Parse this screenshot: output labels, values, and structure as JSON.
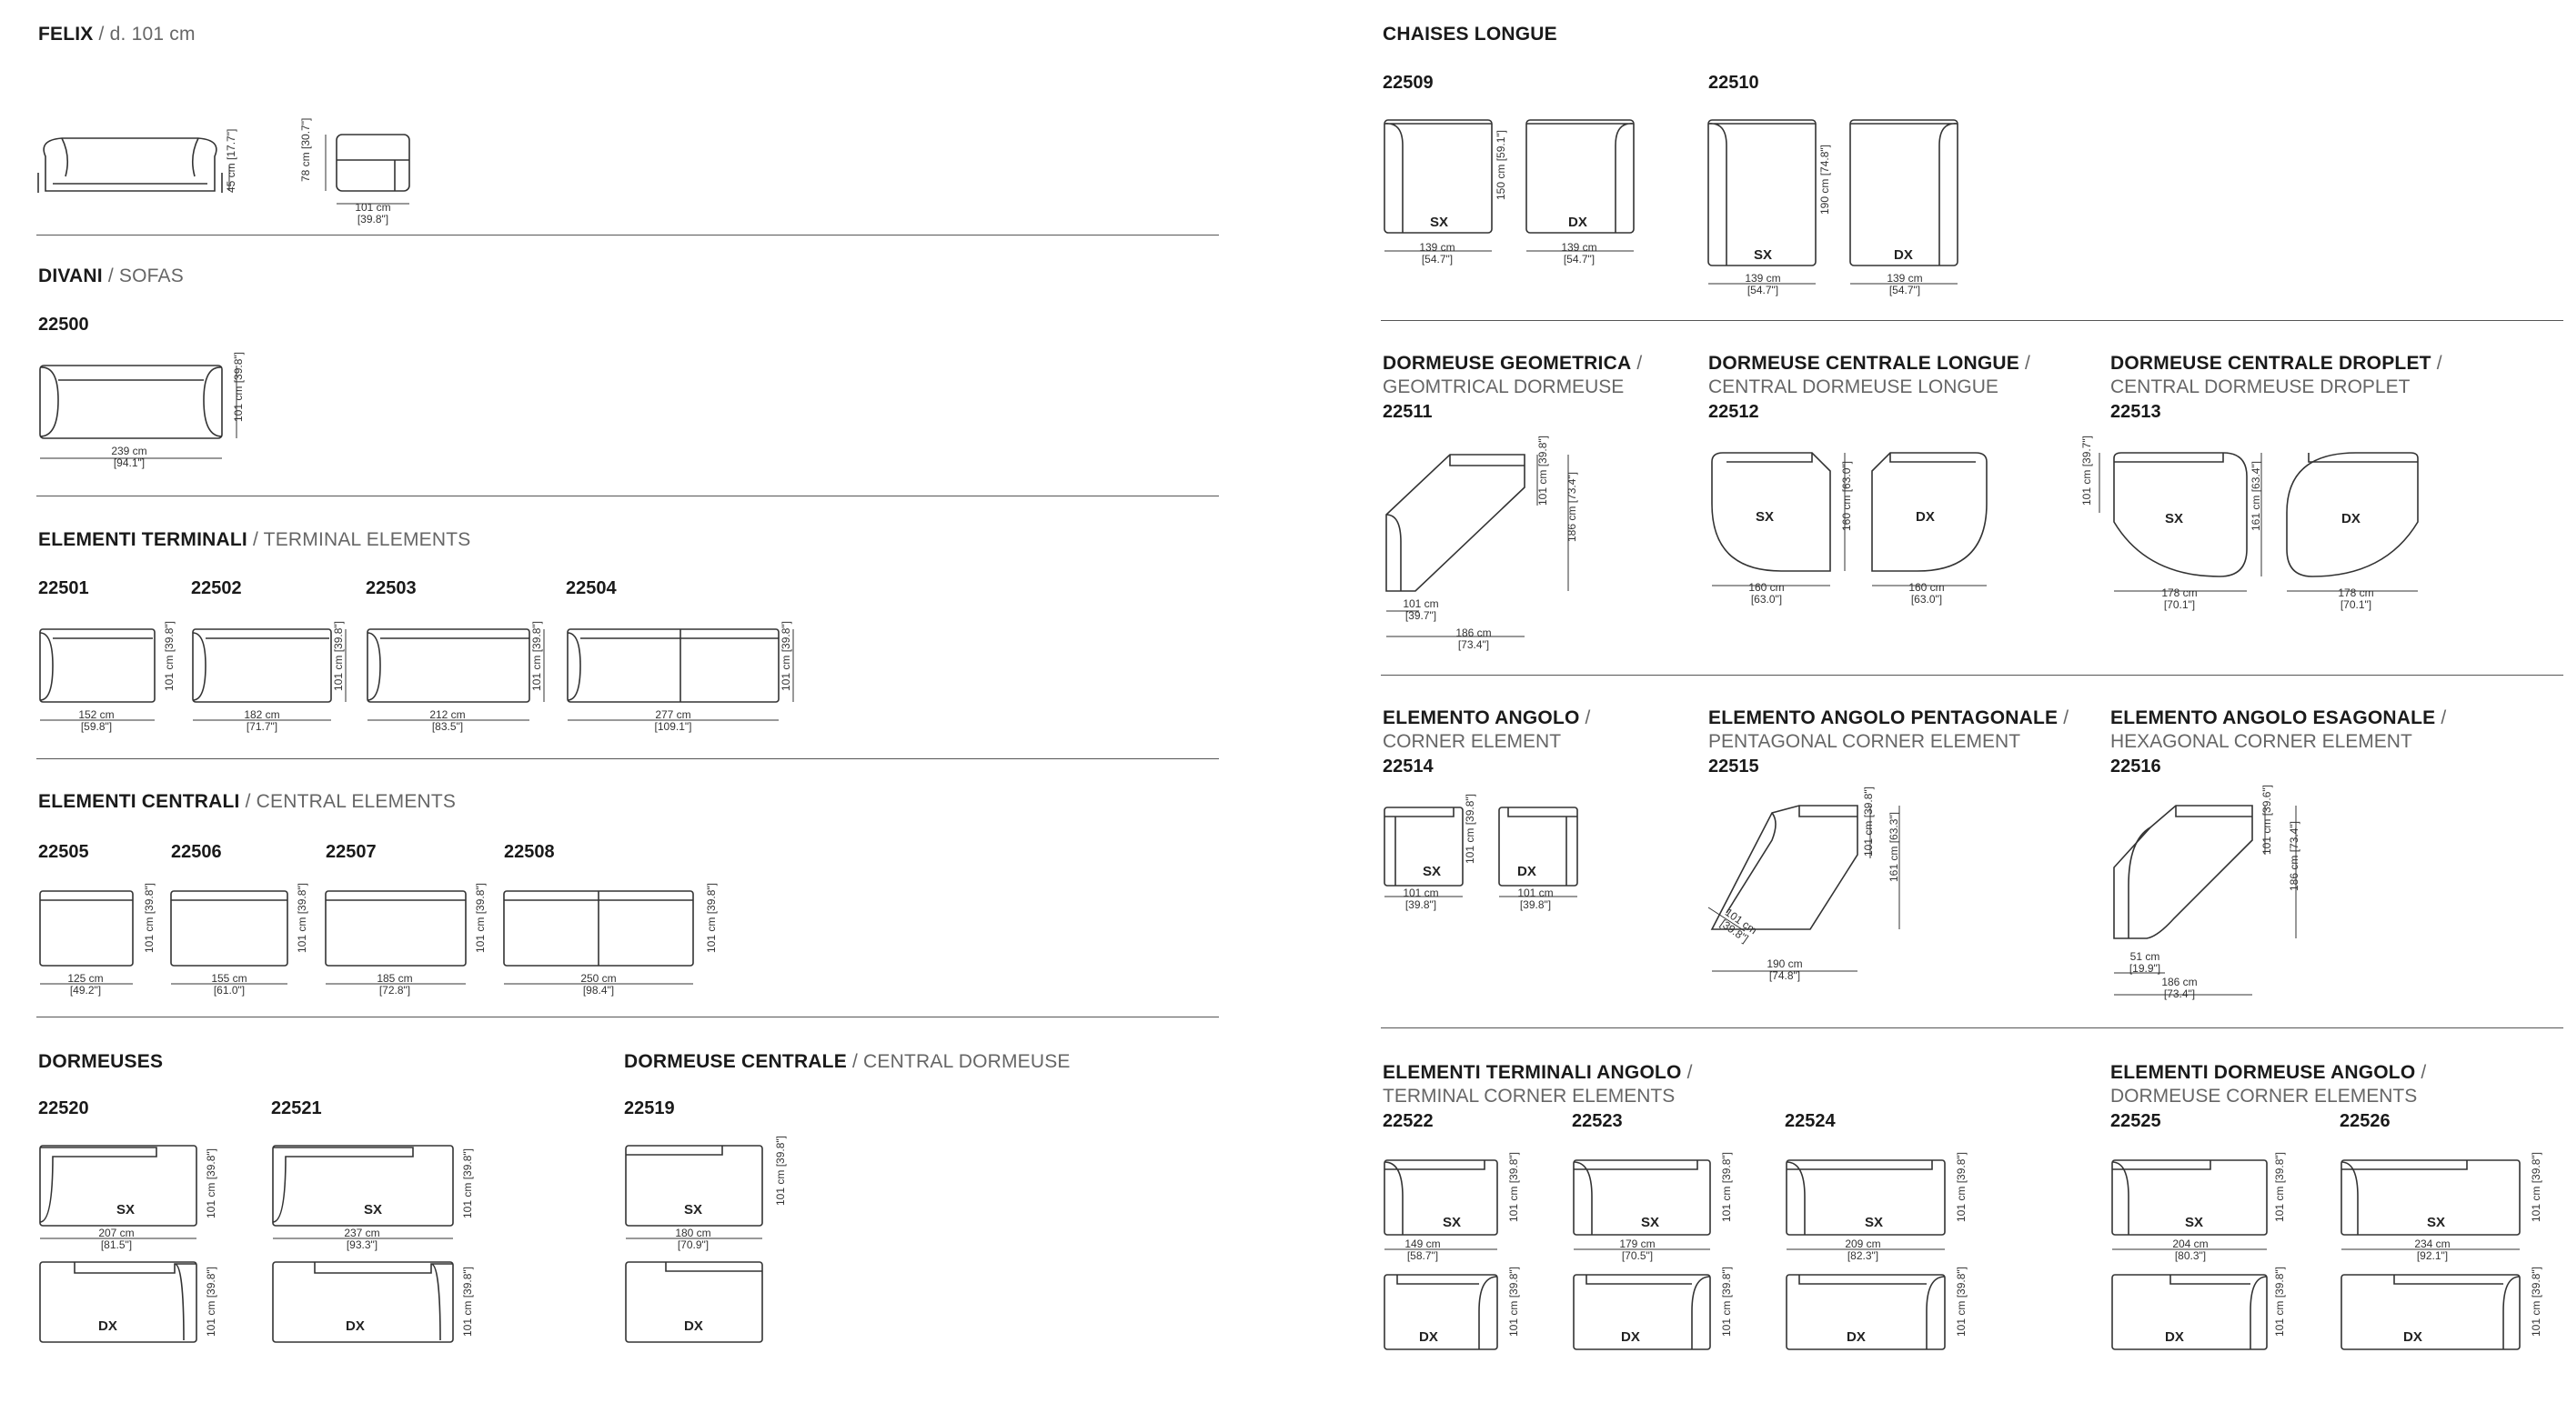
{
  "felix": {
    "name": "FELIX",
    "sub": " / d. 101 cm",
    "h1": "45 cm",
    "h1b": "[17.7\"]",
    "h2": "78 cm",
    "h2b": "[30.7\"]",
    "w": "101 cm",
    "wb": "[39.8\"]"
  },
  "sofas": {
    "title": "DIVANI",
    "sub": " / SOFAS",
    "code": "22500",
    "w": "239 cm",
    "wb": "[94.1\"]",
    "d": "101 cm",
    "db": "[39.8\"]"
  },
  "terminal": {
    "title": "ELEMENTI TERMINALI",
    "sub": " / TERMINAL ELEMENTS",
    "items": [
      {
        "code": "22501",
        "w": "152 cm",
        "wb": "[59.8\"]",
        "d": "101 cm",
        "db": "[39.8\"]"
      },
      {
        "code": "22502",
        "w": "182 cm",
        "wb": "[71.7\"]",
        "d": "101 cm",
        "db": "[39.8\"]"
      },
      {
        "code": "22503",
        "w": "212 cm",
        "wb": "[83.5\"]",
        "d": "101 cm",
        "db": "[39.8\"]"
      },
      {
        "code": "22504",
        "w": "277 cm",
        "wb": "[109.1\"]",
        "d": "101 cm",
        "db": "[39.8\"]"
      }
    ]
  },
  "central": {
    "title": "ELEMENTI CENTRALI",
    "sub": " / CENTRAL ELEMENTS",
    "items": [
      {
        "code": "22505",
        "w": "125 cm",
        "wb": "[49.2\"]",
        "d": "101 cm",
        "db": "[39.8\"]"
      },
      {
        "code": "22506",
        "w": "155 cm",
        "wb": "[61.0\"]",
        "d": "101 cm",
        "db": "[39.8\"]"
      },
      {
        "code": "22507",
        "w": "185 cm",
        "wb": "[72.8\"]",
        "d": "101 cm",
        "db": "[39.8\"]"
      },
      {
        "code": "22508",
        "w": "250 cm",
        "wb": "[98.4\"]",
        "d": "101 cm",
        "db": "[39.8\"]"
      }
    ]
  },
  "dormeuses": {
    "title": "DORMEUSES",
    "items": [
      {
        "code": "22520",
        "w": "207 cm",
        "wb": "[81.5\"]",
        "d": "101 cm",
        "db": "[39.8\"]"
      },
      {
        "code": "22521",
        "w": "237 cm",
        "wb": "[93.3\"]",
        "d": "101 cm",
        "db": "[39.8\"]"
      }
    ]
  },
  "dormeuse_centrale": {
    "title": "DORMEUSE CENTRALE",
    "sub": " / CENTRAL DORMEUSE",
    "code": "22519",
    "w": "180 cm",
    "wb": "[70.9\"]",
    "d": "101 cm",
    "db": "[39.8\"]"
  },
  "chaises": {
    "title": "CHAISES LONGUE",
    "items": [
      {
        "code": "22509",
        "w": "139 cm",
        "wb": "[54.7\"]",
        "d": "150 cm",
        "db": "[59.1\"]"
      },
      {
        "code": "22510",
        "w": "139 cm",
        "wb": "[54.7\"]",
        "d": "190 cm",
        "db": "[74.8\"]"
      }
    ]
  },
  "geo": {
    "title": "DORMEUSE GEOMETRICA",
    "slash": " /",
    "sub": "GEOMTRICAL DORMEUSE",
    "code": "22511",
    "w1": "101 cm",
    "w1b": "[39.7\"]",
    "w2": "186 cm",
    "w2b": "[73.4\"]",
    "d1": "101 cm",
    "d1b": "[39.8\"]",
    "d2": "186 cm",
    "d2b": "[73.4\"]"
  },
  "longue": {
    "title": "DORMEUSE CENTRALE LONGUE",
    "slash": " /",
    "sub": "CENTRAL DORMEUSE LONGUE",
    "code": "22512",
    "w": "160 cm",
    "wb": "[63.0\"]",
    "d": "160 cm",
    "db": "[63.0\"]"
  },
  "droplet": {
    "title": "DORMEUSE CENTRALE DROPLET",
    "slash": " /",
    "sub": "CENTRAL DORMEUSE DROPLET",
    "code": "22513",
    "w": "178 cm",
    "wb": "[70.1\"]",
    "d1": "101 cm",
    "d1b": "[39.7\"]",
    "d2": "161 cm",
    "d2b": "[63.4\"]"
  },
  "angolo": {
    "title": "ELEMENTO ANGOLO",
    "slash": " /",
    "sub": "CORNER ELEMENT",
    "code": "22514",
    "w": "101 cm",
    "wb": "[39.8\"]",
    "d": "101 cm",
    "db": "[39.8\"]"
  },
  "penta": {
    "title": "ELEMENTO ANGOLO PENTAGONALE",
    "slash": " /",
    "sub": "PENTAGONAL CORNER ELEMENT",
    "code": "22515",
    "w1": "101 cm",
    "w1b": "[39.8\"]",
    "w2": "190 cm",
    "w2b": "[74.8\"]",
    "d1": "101 cm",
    "d1b": "[39.8\"]",
    "d2": "161 cm",
    "d2b": "[63.3\"]"
  },
  "esa": {
    "title": "ELEMENTO ANGOLO ESAGONALE",
    "slash": " /",
    "sub": "HEXAGONAL CORNER ELEMENT",
    "code": "22516",
    "w1": "51 cm",
    "w1b": "[19.9\"]",
    "w2": "186 cm",
    "w2b": "[73.4\"]",
    "d1": "101 cm",
    "d1b": "[39.6\"]",
    "d2": "186 cm",
    "d2b": "[73.4\"]"
  },
  "term_corner": {
    "title": "ELEMENTI TERMINALI ANGOLO",
    "slash": " /",
    "sub": "TERMINAL CORNER ELEMENTS",
    "items": [
      {
        "code": "22522",
        "w": "149 cm",
        "wb": "[58.7\"]",
        "d": "101 cm",
        "db": "[39.8\"]"
      },
      {
        "code": "22523",
        "w": "179 cm",
        "wb": "[70.5\"]",
        "d": "101 cm",
        "db": "[39.8\"]"
      },
      {
        "code": "22524",
        "w": "209 cm",
        "wb": "[82.3\"]",
        "d": "101 cm",
        "db": "[39.8\"]"
      }
    ]
  },
  "dorm_corner": {
    "title": "ELEMENTI DORMEUSE ANGOLO",
    "slash": " /",
    "sub": "DORMEUSE CORNER ELEMENTS",
    "items": [
      {
        "code": "22525",
        "w": "204 cm",
        "wb": "[80.3\"]",
        "d": "101 cm",
        "db": "[39.8\"]"
      },
      {
        "code": "22526",
        "w": "234 cm",
        "wb": "[92.1\"]",
        "d": "101 cm",
        "db": "[39.8\"]"
      }
    ]
  },
  "labels": {
    "sx": "SX",
    "dx": "DX"
  }
}
